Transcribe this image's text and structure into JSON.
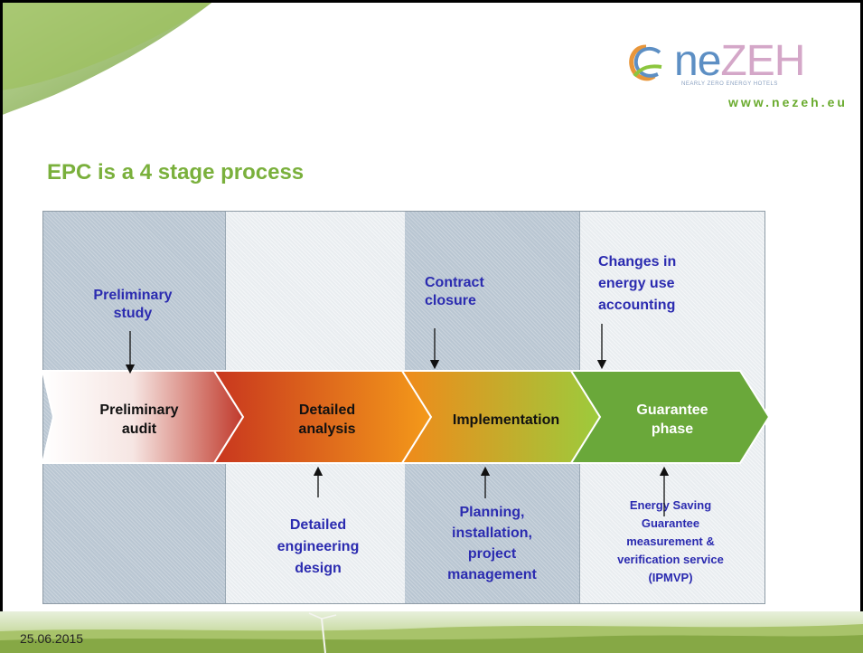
{
  "title": "EPC is a 4 stage process",
  "logo": {
    "brand_prefix": "ne",
    "brand_suffix": "ZEH",
    "tagline": "NEARLY ZERO ENERGY HOTELS",
    "url": "www.nezeh.eu"
  },
  "stages": [
    {
      "label_line1": "Preliminary",
      "label_line2": "audit"
    },
    {
      "label_line1": "Detailed",
      "label_line2": "analysis"
    },
    {
      "label_line1": "Implementation",
      "label_line2": ""
    },
    {
      "label_line1": "Guarantee",
      "label_line2": "phase"
    }
  ],
  "top_inputs": {
    "preliminary_study": [
      "Preliminary",
      "study"
    ],
    "contract_closure": [
      "Contract",
      "closure"
    ],
    "changes_energy": [
      "Changes in",
      "energy use",
      "accounting"
    ]
  },
  "bottom_outputs": {
    "detailed_engineering": [
      "Detailed",
      "engineering",
      "design"
    ],
    "planning": [
      "Planning,",
      "installation,",
      "project",
      "management"
    ],
    "energy_saving": [
      "Energy Saving",
      "Guarantee",
      "measurement &",
      "verification service",
      "(IPMVP)"
    ]
  },
  "footer": {
    "date": "25.06.2015"
  },
  "colors": {
    "title_green": "#7ab03c",
    "label_blue": "#2b2bb0",
    "stage1_start": "#ffffff",
    "stage1_end": "#c0392b",
    "stage2_start": "#c8361e",
    "stage2_end": "#f49a1a",
    "stage3_start": "#f08a1a",
    "stage3_end": "#9ccb3c",
    "stage4": "#6aa83a"
  }
}
